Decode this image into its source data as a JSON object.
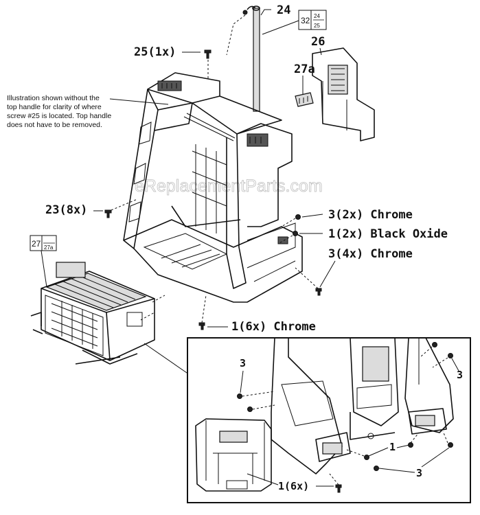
{
  "watermark": "eReplacementParts.com",
  "note": [
    "Illustration shown without the",
    "top handle for clarity of where",
    "screw #25 is located. Top handle",
    "does not have to be removed."
  ],
  "callouts": {
    "c24": "24",
    "c25": "25(1x)",
    "c26": "26",
    "c27a": "27a",
    "c23": "23(8x)",
    "c3_2x": "3(2x) Chrome",
    "c1_2x": "1(2x) Black Oxide",
    "c3_4x": "3(4x) Chrome",
    "c1_6x": "1(6x) Chrome"
  },
  "box_32": {
    "main": "32",
    "top": "24",
    "bottom": "25"
  },
  "box_27": {
    "main": "27",
    "sub": "27a"
  },
  "inset": {
    "c3_left": "3",
    "c3_right": "3",
    "c1": "1",
    "c3_bottom": "3",
    "c1_6x": "1(6x)"
  }
}
